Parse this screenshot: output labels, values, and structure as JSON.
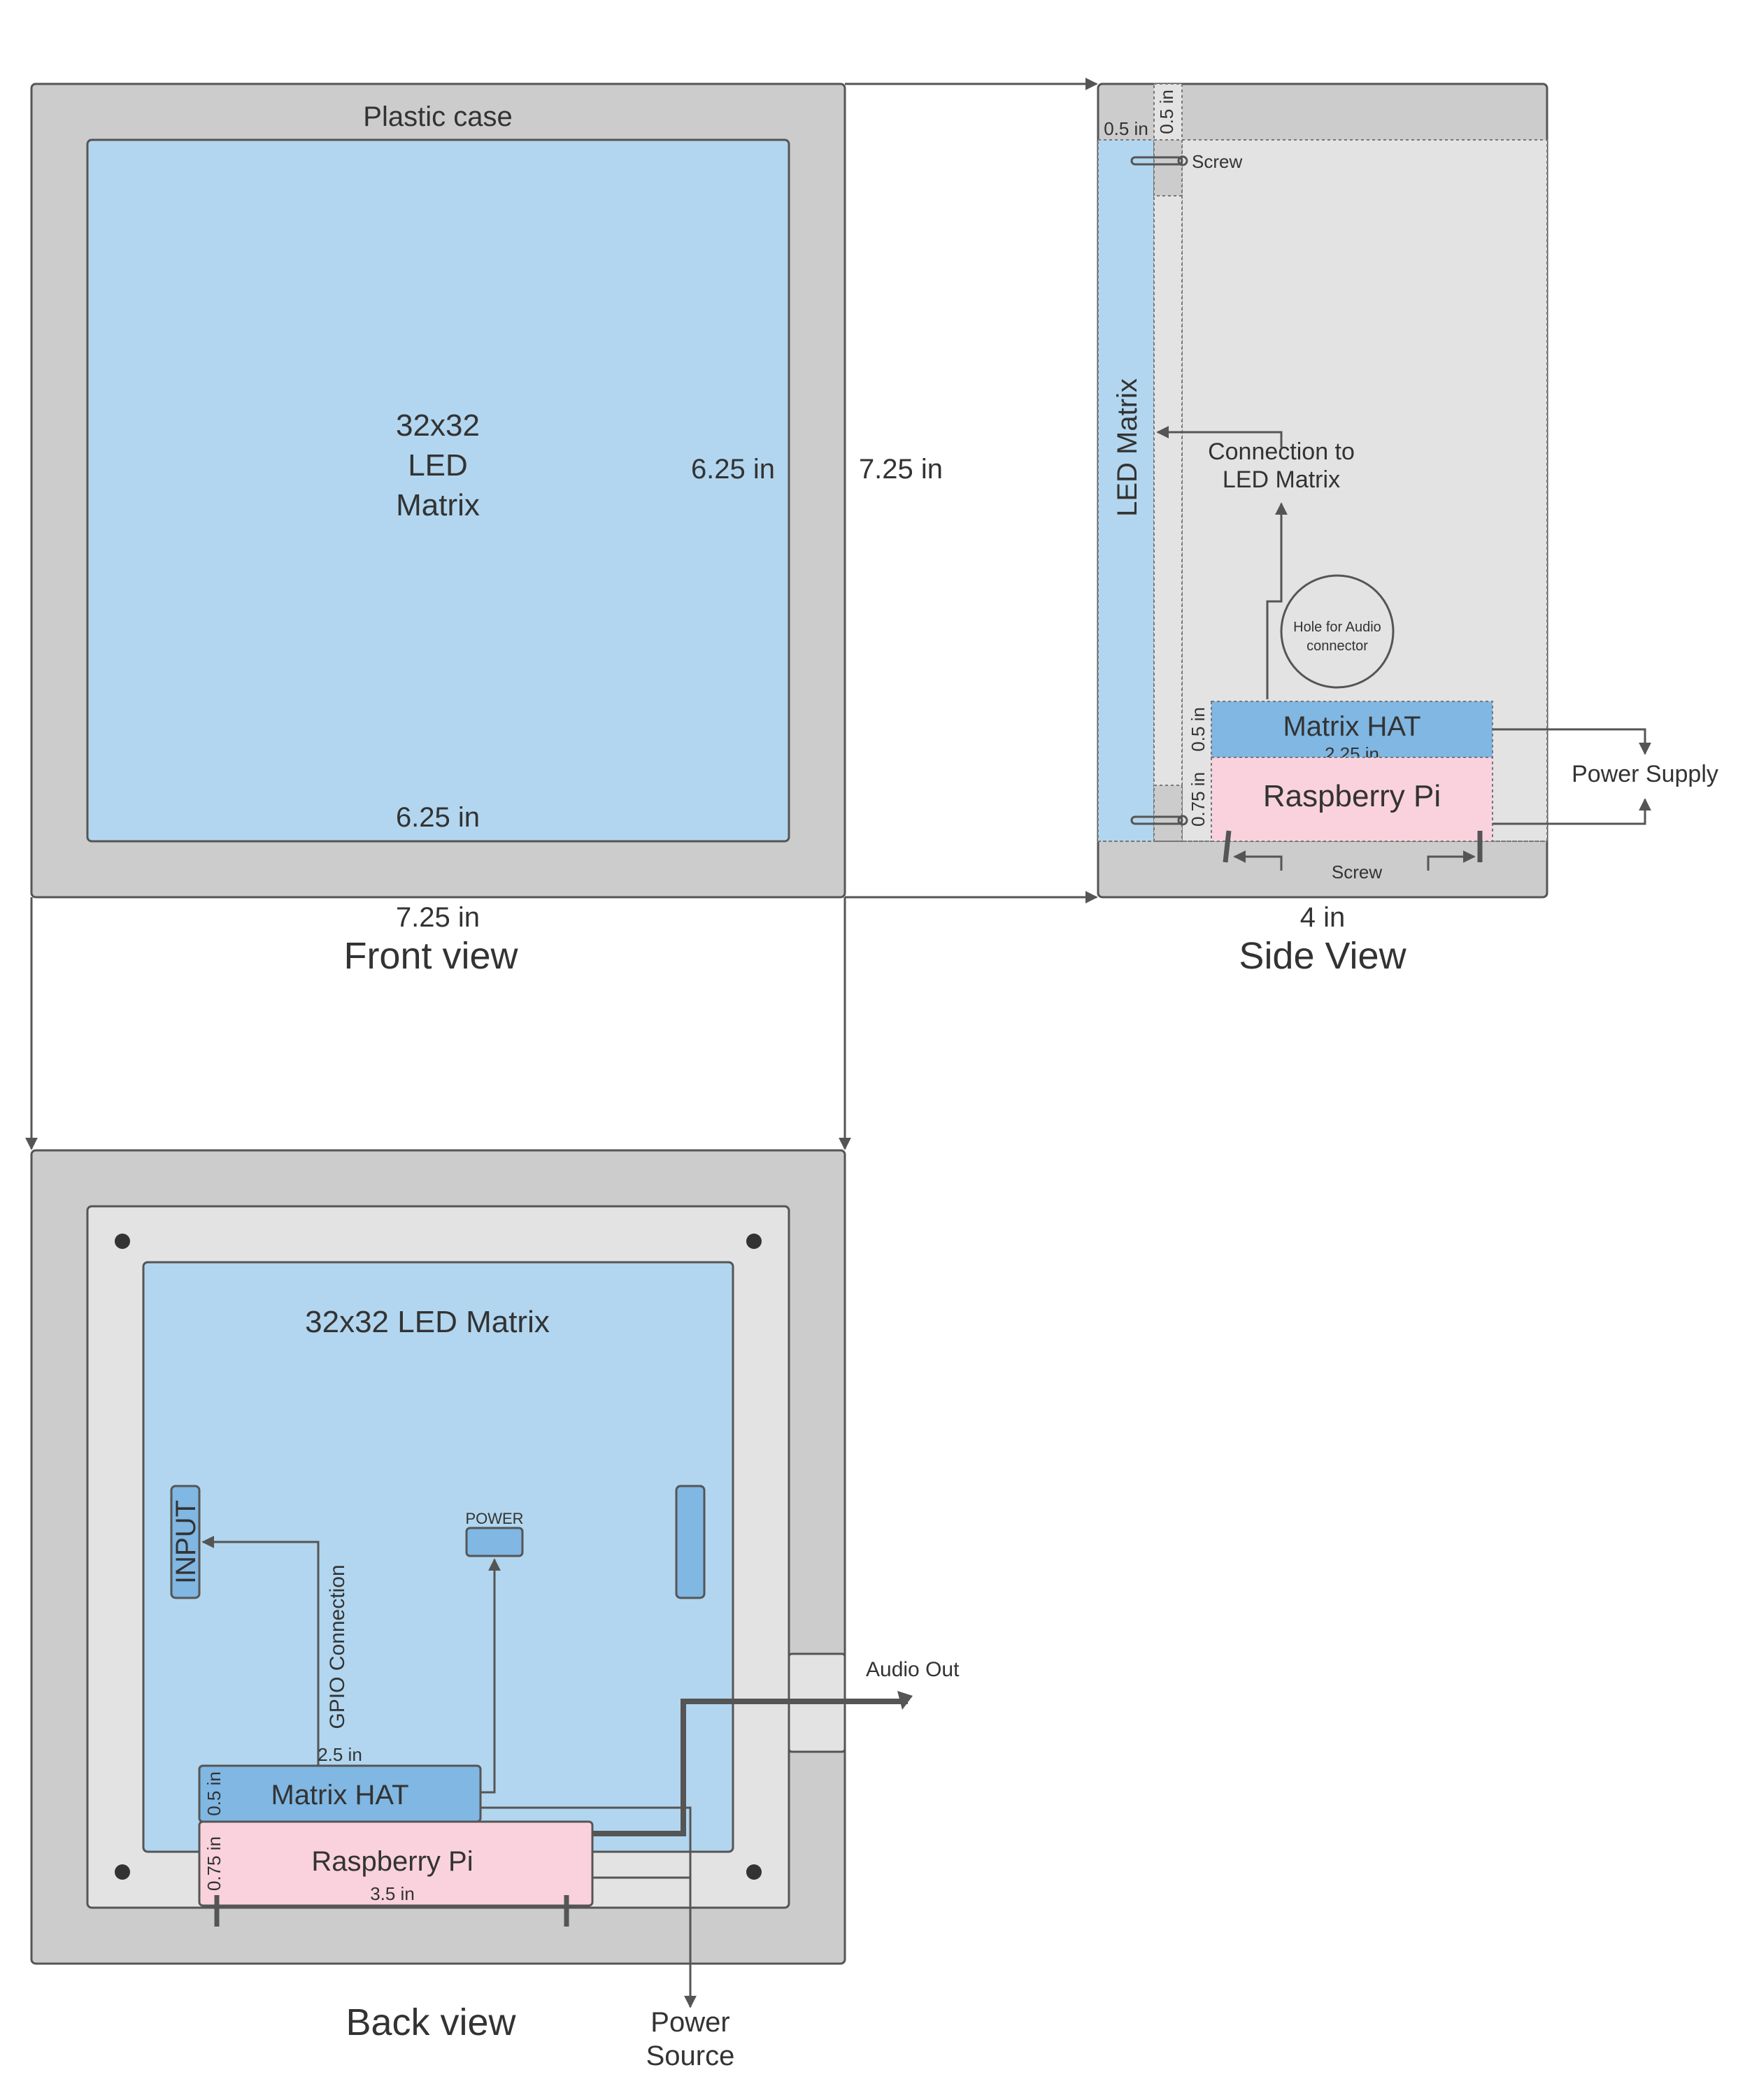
{
  "front_view": {
    "title": "Front view",
    "case_label": "Plastic case",
    "matrix_label_line1": "32x32",
    "matrix_label_line2": "LED",
    "matrix_label_line3": "Matrix",
    "inner_height": "6.25 in",
    "inner_width": "6.25 in",
    "outer_height": "7.25 in",
    "outer_width": "7.25 in"
  },
  "side_view": {
    "title": "Side View",
    "depth": "4 in",
    "top_thickness_horizontal": "0.5 in",
    "top_thickness_vertical": "0.5 in",
    "screw_top": "Screw",
    "screw_bottom": "Screw",
    "led_matrix_label": "LED Matrix",
    "connection_label_line1": "Connection to",
    "connection_label_line2": "LED Matrix",
    "audio_hole_line1": "Hole for Audio",
    "audio_hole_line2": "connector",
    "matrix_hat_label": "Matrix HAT",
    "matrix_hat_height": "0.5 in",
    "matrix_hat_width": "2.25 in",
    "raspberry_pi_label": "Raspberry Pi",
    "raspberry_pi_height": "0.75 in",
    "power_supply": "Power Supply"
  },
  "back_view": {
    "title": "Back view",
    "matrix_label": "32x32 LED Matrix",
    "input_label": "INPUT",
    "power_label": "POWER",
    "gpio_label": "GPIO Connection",
    "matrix_hat_label": "Matrix HAT",
    "matrix_hat_width": "2.5 in",
    "matrix_hat_height": "0.5 in",
    "raspberry_pi_label": "Raspberry Pi",
    "raspberry_pi_width": "3.5 in",
    "raspberry_pi_height": "0.75 in",
    "audio_out": "Audio Out",
    "power_source_line1": "Power",
    "power_source_line2": "Source"
  },
  "colors": {
    "case": "#cccccc",
    "case_inner": "#e3e3e3",
    "matrix": "#b2d6ef",
    "hat": "#80b7e3",
    "pi": "#f9d2dd",
    "stroke": "#555555"
  }
}
